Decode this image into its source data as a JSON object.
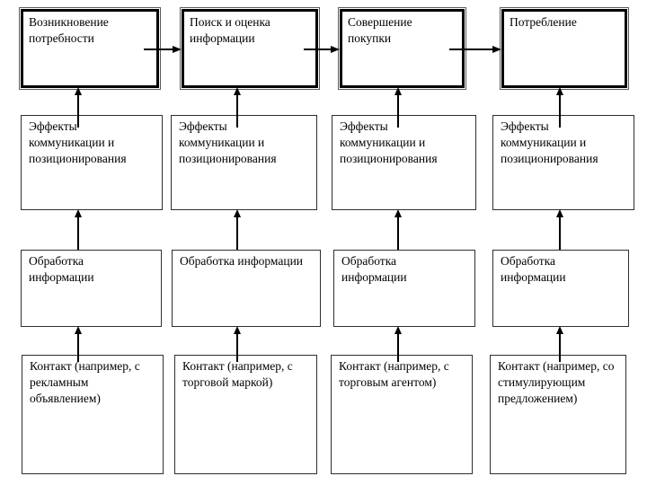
{
  "diagram": {
    "stage_row": {
      "cells": [
        "Возникновение\nпотребности",
        "Поиск и оценка\nинформации",
        "Совершение\nпокупки",
        "Потребление"
      ]
    },
    "effects_row": {
      "cells": [
        "Эффекты\nкоммуникации и\nпозиционирования",
        "Эффекты\nкоммуникации и\nпозиционирования",
        "Эффекты\nкоммуникации и\nпозиционирования",
        "Эффекты\nкоммуникации и\nпозиционирования"
      ]
    },
    "processing_row": {
      "cells": [
        "Обработка\nинформации",
        "Обработка информации",
        "Обработка\nинформации",
        "Обработка\nинформации"
      ]
    },
    "contact_row": {
      "cells": [
        "Контакт (например, с\nрекламным\nобъявлением)",
        "Контакт (например, с\nторговой маркой)",
        "Контакт (например, с\nторговым агентом)",
        "Контакт (например, со\nстимулирующим\nпредложением)"
      ]
    }
  },
  "colors": {
    "line": "#000000",
    "box_border": "#2f2f2f",
    "thick_border": "#000000",
    "background": "#ffffff",
    "text": "#000000"
  }
}
